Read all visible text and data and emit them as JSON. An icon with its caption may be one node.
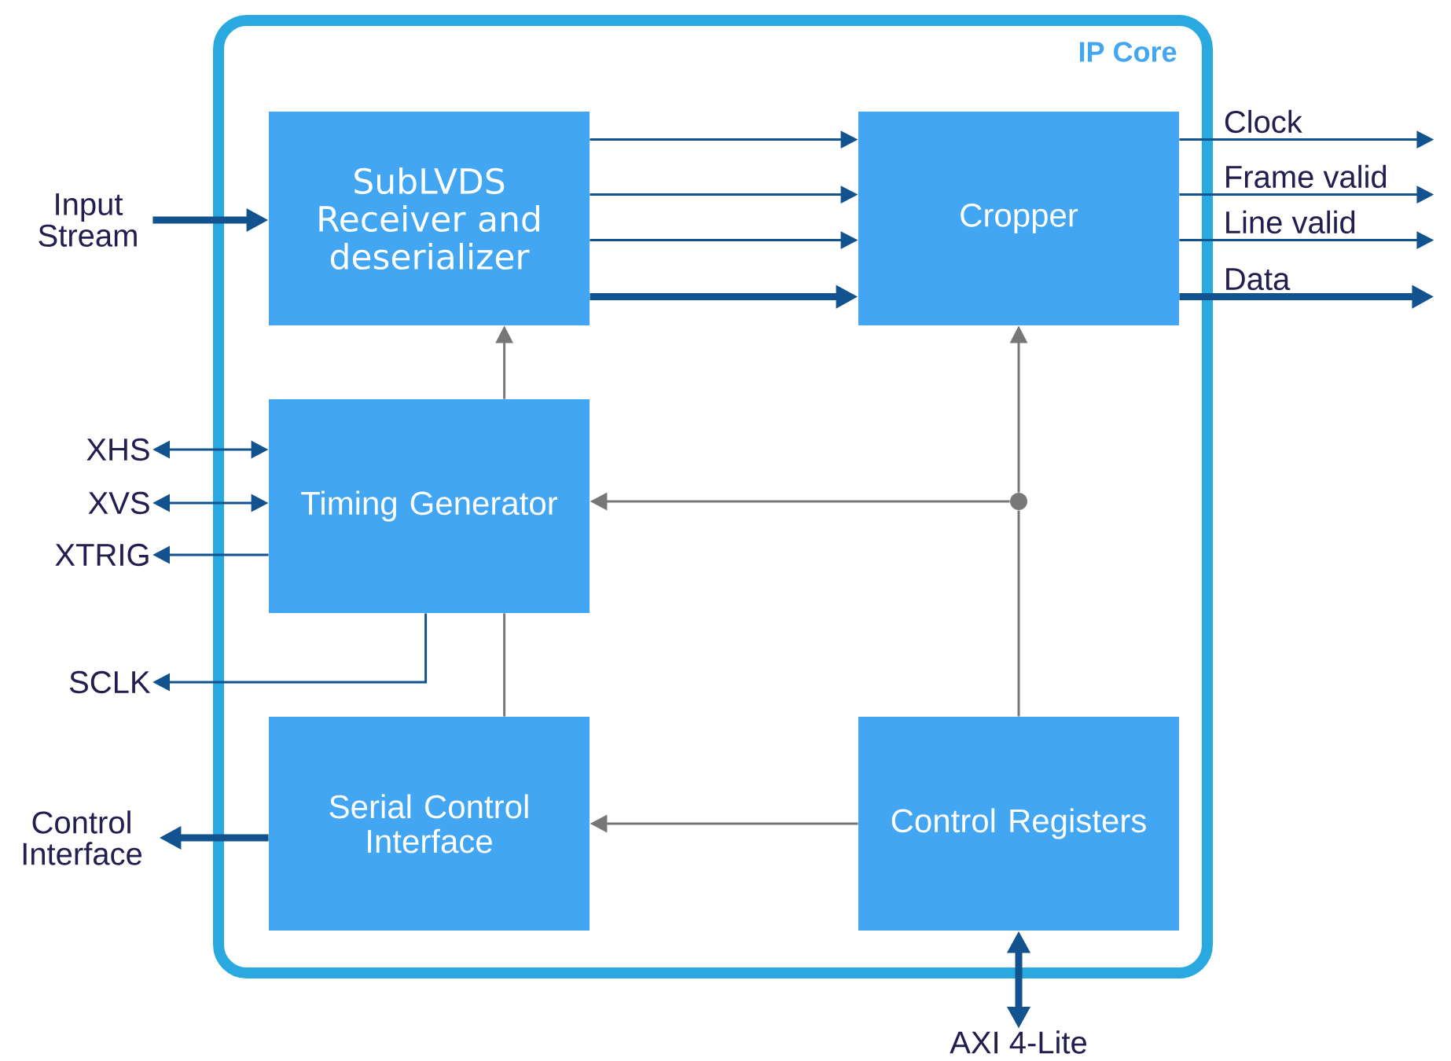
{
  "diagram": {
    "nodes": [
      {
        "text": [
          "IP Core"
        ]
      },
      {
        "text": [
          "SubLVDS Receiver and deserializer"
        ],
        "in": 0
      },
      {
        "text": [
          "Cropper"
        ],
        "in": 0
      },
      {
        "text": [
          "Timing Generator"
        ],
        "in": 0
      },
      {
        "text": [
          "Serial Control Interface"
        ],
        "in": 0
      },
      {
        "text": [
          "Control Registers"
        ],
        "in": 0
      },
      {
        "text": [
          "Input Stream"
        ]
      },
      {
        "text": [
          "XHS"
        ]
      },
      {
        "text": [
          "XVS"
        ]
      },
      {
        "text": [
          "XTRIG"
        ]
      },
      {
        "text": [
          "SCLK"
        ]
      },
      {
        "text": [
          "Control Interface"
        ]
      },
      {
        "text": [
          "AXI 4-Lite"
        ]
      },
      {
        "text": [],
        "shape": "circle",
        "in": 0
      }
    ],
    "edges": [
      {
        "from": 6,
        "to": 1,
        "arrow": "to",
        "style": "thick"
      },
      {
        "from": 1,
        "to": 2,
        "arrow": "to"
      },
      {
        "from": 1,
        "to": 2,
        "arrow": "to"
      },
      {
        "from": 1,
        "to": 2,
        "arrow": "to"
      },
      {
        "from": 1,
        "to": 2,
        "arrow": "to",
        "style": "thick"
      },
      {
        "from": 3,
        "to": 1,
        "arrow": "to",
        "color": "#777777"
      },
      {
        "from": 13,
        "to": 2,
        "arrow": "to",
        "color": "#777777"
      },
      {
        "from": 13,
        "to": 3,
        "arrow": "to",
        "color": "#777777"
      },
      {
        "from": 5,
        "to": 13,
        "arrow": "none",
        "color": "#777777"
      },
      {
        "from": 5,
        "to": 4,
        "arrow": "to",
        "color": "#777777"
      },
      {
        "from": 4,
        "to": 3,
        "arrow": "none",
        "color": "#777777"
      },
      {
        "from": 7,
        "to": 3,
        "arrow": "both"
      },
      {
        "from": 8,
        "to": 3,
        "arrow": "both"
      },
      {
        "from": 3,
        "to": 9,
        "arrow": "to"
      },
      {
        "from": 3,
        "to": 10,
        "arrow": "to"
      },
      {
        "from": 4,
        "to": 11,
        "arrow": "to",
        "style": "thick"
      },
      {
        "from": 12,
        "to": 5,
        "arrow": "both",
        "style": "thick"
      },
      {
        "from": 2,
        "to": null,
        "arrow": "to",
        "label": "Clock"
      },
      {
        "from": 2,
        "to": null,
        "arrow": "to",
        "label": "Frame valid"
      },
      {
        "from": 2,
        "to": null,
        "arrow": "to",
        "label": "Line valid"
      },
      {
        "from": 2,
        "to": null,
        "arrow": "to",
        "label": "Data",
        "style": "thick"
      }
    ]
  }
}
